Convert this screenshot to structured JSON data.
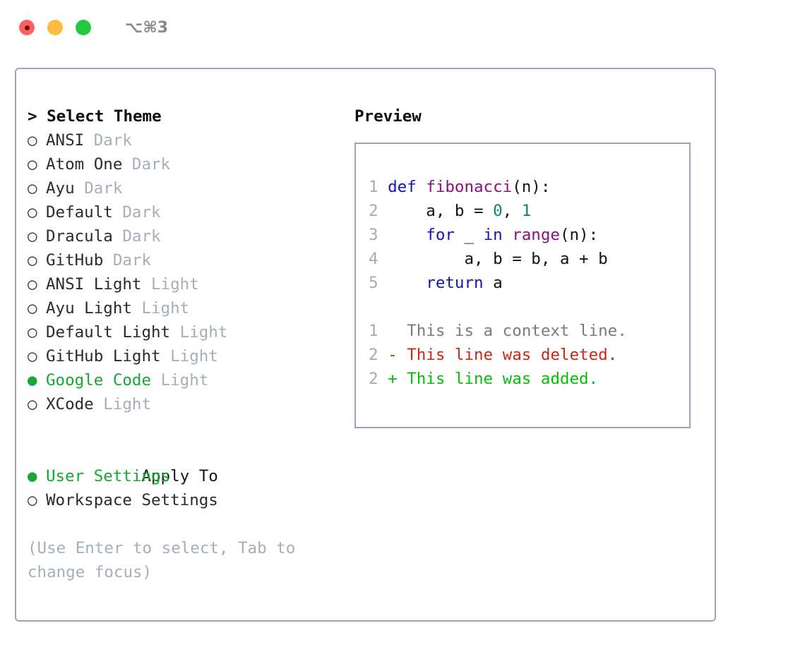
{
  "titlebar": {
    "shortcut": "⌥⌘3",
    "lights": [
      {
        "name": "close",
        "color": "#ff605c"
      },
      {
        "name": "minimize",
        "color": "#fdbc40"
      },
      {
        "name": "maximize",
        "color": "#23c93e"
      }
    ]
  },
  "theme_panel": {
    "header": "> Select Theme",
    "bullet_off": "○",
    "bullet_on": "●",
    "themes": [
      {
        "name": "ANSI",
        "variant": "Dark",
        "selected": false
      },
      {
        "name": "Atom One",
        "variant": "Dark",
        "selected": false
      },
      {
        "name": "Ayu",
        "variant": "Dark",
        "selected": false
      },
      {
        "name": "Default",
        "variant": "Dark",
        "selected": false
      },
      {
        "name": "Dracula",
        "variant": "Dark",
        "selected": false
      },
      {
        "name": "GitHub",
        "variant": "Dark",
        "selected": false
      },
      {
        "name": "ANSI Light",
        "variant": "Light",
        "selected": false
      },
      {
        "name": "Ayu Light",
        "variant": "Light",
        "selected": false
      },
      {
        "name": "Default Light",
        "variant": "Light",
        "selected": false
      },
      {
        "name": "GitHub Light",
        "variant": "Light",
        "selected": false
      },
      {
        "name": "Google Code",
        "variant": "Light",
        "selected": true
      },
      {
        "name": "XCode",
        "variant": "Light",
        "selected": false
      }
    ],
    "apply_to": {
      "header": "Apply To",
      "options": [
        {
          "label": "User Settings",
          "selected": true
        },
        {
          "label": "Workspace Settings",
          "selected": false
        }
      ]
    },
    "hint": "(Use Enter to select, Tab to change focus)"
  },
  "preview": {
    "title": "Preview",
    "code_lines": [
      {
        "lno": "1",
        "tokens": [
          {
            "t": "def ",
            "c": "kw"
          },
          {
            "t": "fibonacci",
            "c": "fn"
          },
          {
            "t": "(n):",
            "c": "plain"
          }
        ]
      },
      {
        "lno": "2",
        "tokens": [
          {
            "t": "    a, b = ",
            "c": "plain"
          },
          {
            "t": "0",
            "c": "num"
          },
          {
            "t": ", ",
            "c": "plain"
          },
          {
            "t": "1",
            "c": "num"
          }
        ]
      },
      {
        "lno": "3",
        "tokens": [
          {
            "t": "    ",
            "c": "plain"
          },
          {
            "t": "for",
            "c": "kw"
          },
          {
            "t": " _ ",
            "c": "plain"
          },
          {
            "t": "in",
            "c": "kw"
          },
          {
            "t": " ",
            "c": "plain"
          },
          {
            "t": "range",
            "c": "fn"
          },
          {
            "t": "(n):",
            "c": "plain"
          }
        ]
      },
      {
        "lno": "4",
        "tokens": [
          {
            "t": "        a, b = b, a + b",
            "c": "plain"
          }
        ]
      },
      {
        "lno": "5",
        "tokens": [
          {
            "t": "    ",
            "c": "plain"
          },
          {
            "t": "return",
            "c": "kw"
          },
          {
            "t": " a",
            "c": "plain"
          }
        ]
      }
    ],
    "diff_lines": [
      {
        "lno": "1",
        "marker": "  ",
        "text": "This is a context line.",
        "kind": "ctx"
      },
      {
        "lno": "2",
        "marker": "- ",
        "text": "This line was deleted.",
        "kind": "del"
      },
      {
        "lno": "2",
        "marker": "+ ",
        "text": "This line was added.",
        "kind": "add"
      }
    ]
  },
  "colors": {
    "accent_green": "#16a832",
    "border": "#9aa6b6",
    "muted": "#a6aeba",
    "keyword": "#1713b5",
    "function": "#8e0f7d",
    "number": "#0f7f7f",
    "diff_added": "#06c006",
    "diff_deleted": "#c42b16",
    "line_number": "#a3abb9"
  }
}
